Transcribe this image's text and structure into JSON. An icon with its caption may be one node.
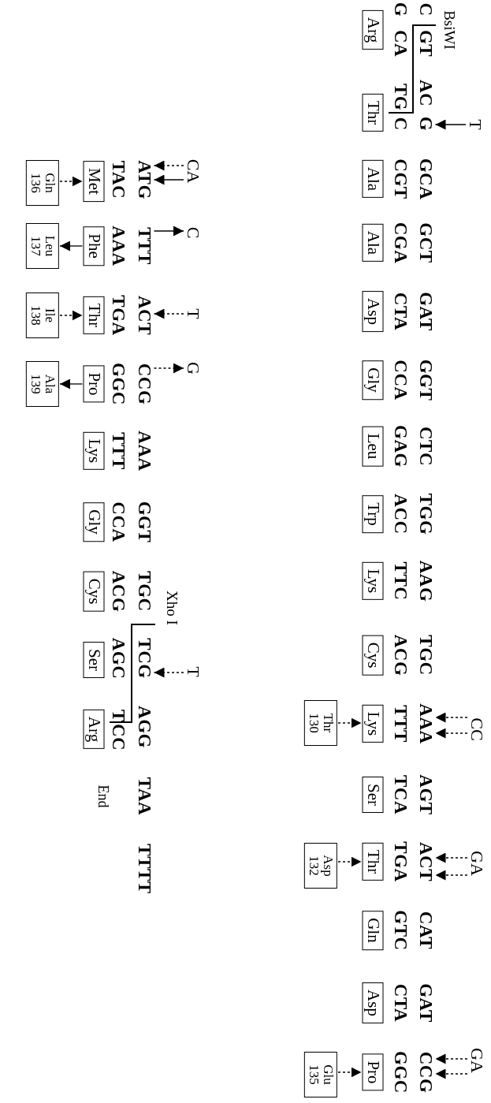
{
  "diagram": {
    "nodes": [
      {
        "text": [
          "T"
        ]
      },
      {
        "text": [
          "CC"
        ]
      },
      {
        "text": [
          "GA"
        ]
      },
      {
        "text": [
          "GA"
        ]
      },
      {
        "text": [
          "G"
        ]
      },
      {
        "text": [
          "AAA"
        ]
      },
      {
        "text": [
          "ACT"
        ]
      },
      {
        "text": [
          "CCG"
        ]
      },
      {
        "text": [
          "Arg"
        ]
      },
      {
        "text": [
          "Thr"
        ]
      },
      {
        "text": [
          "Ala"
        ]
      },
      {
        "text": [
          "Ala"
        ]
      },
      {
        "text": [
          "Asp"
        ]
      },
      {
        "text": [
          "Gly"
        ]
      },
      {
        "text": [
          "Leu"
        ]
      },
      {
        "text": [
          "Trp"
        ]
      },
      {
        "text": [
          "Lys"
        ]
      },
      {
        "text": [
          "Cys"
        ]
      },
      {
        "text": [
          "Lys"
        ]
      },
      {
        "text": [
          "Ser"
        ]
      },
      {
        "text": [
          "Thr"
        ]
      },
      {
        "text": [
          "Gln"
        ]
      },
      {
        "text": [
          "Asp"
        ]
      },
      {
        "text": [
          "Pro"
        ]
      },
      {
        "text": [
          "Thr 130"
        ]
      },
      {
        "text": [
          "Asp 132"
        ]
      },
      {
        "text": [
          "Glu 135"
        ]
      },
      {
        "text": [
          "CA"
        ]
      },
      {
        "text": [
          "C"
        ]
      },
      {
        "text": [
          "T"
        ]
      },
      {
        "text": [
          "G"
        ]
      },
      {
        "text": [
          "T"
        ]
      },
      {
        "text": [
          "ATG"
        ]
      },
      {
        "text": [
          "TTT"
        ]
      },
      {
        "text": [
          "ACT"
        ]
      },
      {
        "text": [
          "CCG"
        ]
      },
      {
        "text": [
          "TCG"
        ]
      },
      {
        "text": [
          "Met"
        ]
      },
      {
        "text": [
          "Phe"
        ]
      },
      {
        "text": [
          "Thr"
        ]
      },
      {
        "text": [
          "Pro"
        ]
      },
      {
        "text": [
          "Lys"
        ]
      },
      {
        "text": [
          "Gly"
        ]
      },
      {
        "text": [
          "Cys"
        ]
      },
      {
        "text": [
          "Ser"
        ]
      },
      {
        "text": [
          "Arg"
        ]
      },
      {
        "text": [
          "Gln 136"
        ]
      },
      {
        "text": [
          "Leu 137"
        ]
      },
      {
        "text": [
          "Ile 138"
        ]
      },
      {
        "text": [
          "Ala 139"
        ]
      }
    ],
    "edges": [
      {
        "from": 0,
        "to": 4,
        "arrow": "to"
      },
      {
        "from": 1,
        "to": 5,
        "arrow": "to",
        "style": "dashed"
      },
      {
        "from": 1,
        "to": 5,
        "arrow": "to",
        "style": "dashed"
      },
      {
        "from": 2,
        "to": 6,
        "arrow": "to",
        "style": "dashed"
      },
      {
        "from": 2,
        "to": 6,
        "arrow": "to",
        "style": "dashed"
      },
      {
        "from": 3,
        "to": 7,
        "arrow": "to",
        "style": "dashed"
      },
      {
        "from": 3,
        "to": 7,
        "arrow": "to",
        "style": "dashed"
      },
      {
        "from": 24,
        "to": 18,
        "arrow": "to",
        "style": "dashed"
      },
      {
        "from": 25,
        "to": 20,
        "arrow": "to",
        "style": "dashed"
      },
      {
        "from": 26,
        "to": 23,
        "arrow": "to",
        "style": "dashed"
      },
      {
        "from": 27,
        "to": 32,
        "arrow": "to",
        "style": "dashed"
      },
      {
        "from": 27,
        "to": 32,
        "arrow": "to"
      },
      {
        "from": 33,
        "to": 28,
        "arrow": "to"
      },
      {
        "from": 29,
        "to": 34,
        "arrow": "to",
        "style": "dashed"
      },
      {
        "from": 35,
        "to": 30,
        "arrow": "to",
        "style": "dashed"
      },
      {
        "from": 31,
        "to": 36,
        "arrow": "to",
        "style": "dashed"
      },
      {
        "from": 46,
        "to": 37,
        "arrow": "to",
        "style": "dashed"
      },
      {
        "from": 38,
        "to": 47,
        "arrow": "to"
      },
      {
        "from": 48,
        "to": 39,
        "arrow": "to",
        "style": "dashed"
      },
      {
        "from": 40,
        "to": 49,
        "arrow": "to"
      }
    ],
    "labels": [
      "BsiWI",
      "C",
      "GT",
      "AC",
      "GCA",
      "GCT",
      "GAT",
      "GGT",
      "CTC",
      "TGG",
      "AAG",
      "TGC",
      "AGT",
      "CAT",
      "GAT",
      "G",
      "CA",
      "TG",
      "C",
      "CGT",
      "CGA",
      "CTA",
      "CCA",
      "GAG",
      "ACC",
      "TTC",
      "ACG",
      "TTT",
      "TCA",
      "TGA",
      "GTC",
      "CTA",
      "GGC",
      "Xho I",
      "AAA",
      "GGT",
      "TGC",
      "AGG",
      "TAA",
      "TTTT",
      "TAC",
      "AAA",
      "TGA",
      "GGC",
      "TTT",
      "CCA",
      "ACG",
      "AGC",
      "T",
      "CC",
      "End"
    ]
  }
}
